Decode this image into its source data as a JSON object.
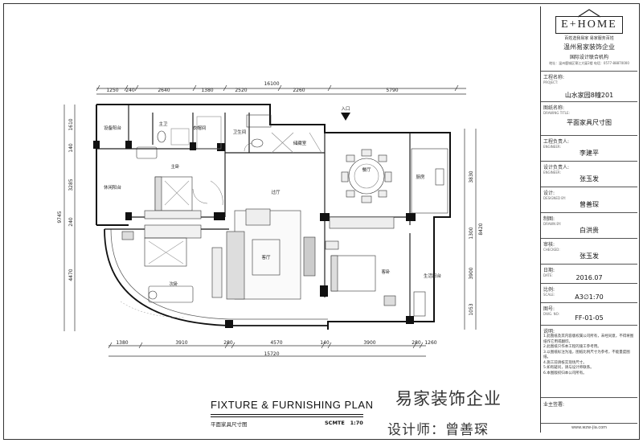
{
  "logo": {
    "brand": "E+HOME",
    "slogan": "百姓选我易家 易家服务百姓",
    "company": "温州易家装饰企业",
    "org": "国际设计联合机构",
    "address": "地址：温州鹿城区锦江大厦2楼 电话：0577-88870000"
  },
  "titleblock": {
    "project": {
      "label": "工程名称:",
      "sub": "PROJECT:",
      "value": "山水家园8幢201"
    },
    "drawing": {
      "label": "图纸名称:",
      "sub": "DRAWING TITLE:",
      "value": "平面家具尺寸图"
    },
    "engineer": {
      "label": "工程负责人:",
      "sub": "ENGINEER:",
      "value": "李建平"
    },
    "design_lead": {
      "label": "设计负责人:",
      "sub": "ENGINEER:",
      "value": "张玉发"
    },
    "designer": {
      "label": "设计:",
      "sub": "DESIGNED BY:",
      "value": "曾善琛"
    },
    "drawn": {
      "label": "制图:",
      "sub": "DRAWN BY:",
      "value": "白洪贵"
    },
    "checked": {
      "label": "审核:",
      "sub": "CHECKED:",
      "value": "张玉发"
    },
    "date": {
      "label": "日期:",
      "sub": "DATE:",
      "value": "2016.07"
    },
    "scale": {
      "label": "比例:",
      "sub": "SCALE:",
      "value": "A3∅1:70"
    },
    "number": {
      "label": "图号:",
      "sub": "DWG. NO:",
      "value": "FF-01-05"
    },
    "notes_label": "说明:",
    "notes": [
      "1.此图纸及其内容版权属公司所有，未经同意，不得将图纸作它用或翻印。",
      "2.此图纸只作本工程的施工参考用。",
      "3.以图纸标注为准，图纸比例尺寸为参考，不能量度图纸。",
      "4.施工前请核实现场尺寸。",
      "5.如有疑问，请与设计师联系。",
      "6.本图版权归本公司所有。"
    ],
    "signature_label": "业主签署:",
    "website": "www.wzw-jia.com"
  },
  "plan": {
    "title": "FIXTURE & FURNISHING PLAN",
    "subtitle": "平面家具尺寸图",
    "scale_label": "SCMTE",
    "scale_value": "1:70",
    "company_handwriting": "易家装饰企业",
    "designer_handwriting": "设计师：曾善琛",
    "entrance": "入口",
    "rooms": {
      "utility_balcony": "设备阳台",
      "master_bath": "主卫",
      "wardrobe": "衣帽间",
      "guest_bath": "卫生间",
      "store": "储藏室",
      "master_bed": "主卧",
      "leisure_balcony": "休闲阳台",
      "hall": "过厅",
      "dining": "餐厅",
      "kitchen": "厨房",
      "living": "客厅",
      "guest_bed": "客卧",
      "life_balcony": "生活阳台",
      "study": "次卧"
    },
    "dims_top": [
      "1250",
      "240",
      "2640",
      "1380",
      "2520",
      "2260",
      "5790"
    ],
    "dim_top_total": "16100",
    "dims_bottom": [
      "1380",
      "3910",
      "280",
      "4570",
      "140",
      "3900",
      "280",
      "1260"
    ],
    "dim_bottom_total": "15720",
    "dims_left": [
      "1610",
      "140",
      "3285",
      "240",
      "4470"
    ],
    "dim_left_total": "9745",
    "dims_right": [
      "3830",
      "1300",
      "3900",
      "1053"
    ],
    "dim_right_total": "8420"
  }
}
